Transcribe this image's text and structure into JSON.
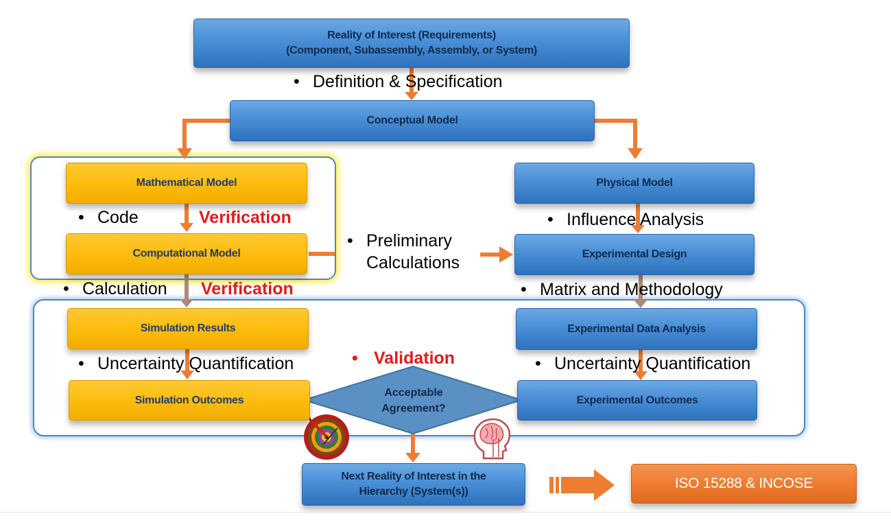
{
  "colors": {
    "box_blue": "#4a8fd6",
    "box_gold": "#fdbd0e",
    "arrow_orange": "#ee7d31",
    "iso_orange": "#ee7a2d",
    "verification_red": "#e31b1b",
    "frame_blue": "#4f84c4"
  },
  "nodes": {
    "reality": {
      "line1": "Reality of Interest  (Requirements)",
      "line2": "(Component, Subassembly, Assembly, or System)"
    },
    "conceptual": "Conceptual Model",
    "mathematical": "Mathematical Model",
    "computational": "Computational Model",
    "physical": "Physical Model",
    "experimental_design": "Experimental Design",
    "simulation_results": "Simulation Results",
    "experimental_data_analysis": "Experimental Data Analysis",
    "simulation_outcomes": "Simulation Outcomes",
    "experimental_outcomes": "Experimental Outcomes",
    "decision": {
      "line1": "Acceptable",
      "line2": "Agreement?"
    },
    "next_reality": {
      "line1": "Next Reality of Interest in the",
      "line2": "Hierarchy (System(s))"
    },
    "iso": "ISO 15288 & INCOSE"
  },
  "annotations": {
    "definition": "Definition & Specification",
    "code": "Code",
    "verification_1": "Verification",
    "calculation": "Calculation",
    "verification_2": "Verification",
    "preliminary": {
      "line1": "Preliminary",
      "line2": "Calculations"
    },
    "influence": "Influence Analysis",
    "matrix": "Matrix and Methodology",
    "uq_left": "Uncertainty Quantification",
    "uq_right": "Uncertainty Quantification",
    "validation": "Validation"
  },
  "bullet_char": "•",
  "icons": {
    "left": "target-dart-icon",
    "right": "brain-head-icon"
  }
}
